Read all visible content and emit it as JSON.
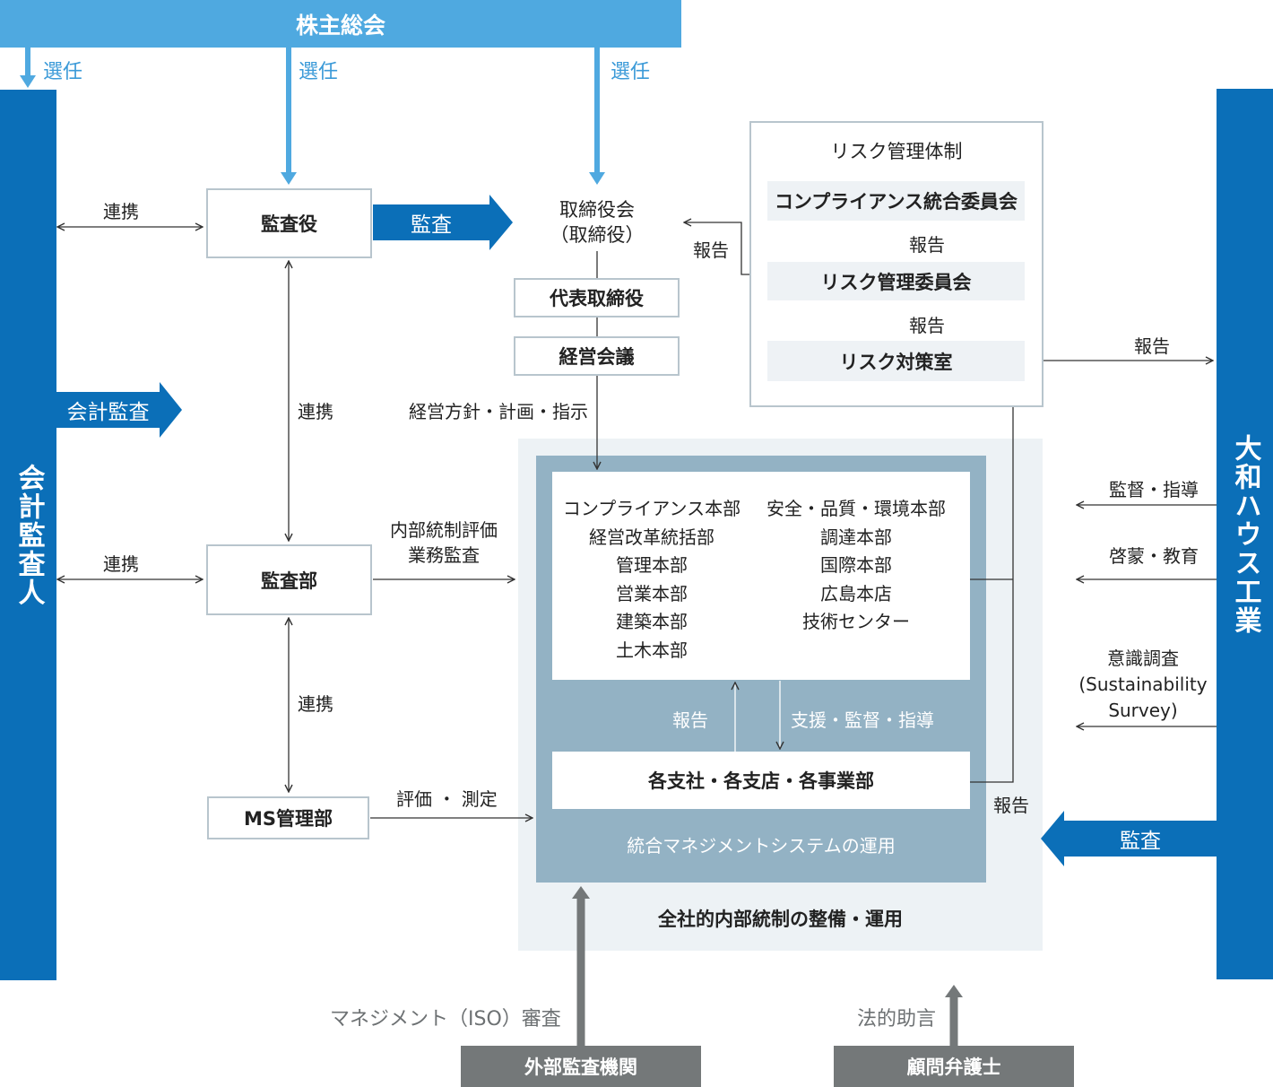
{
  "top_band": "株主総会",
  "elect_labels": [
    "選任",
    "選任",
    "選任"
  ],
  "left_bar": "会計監査人",
  "right_bar": "大和ハウス工業",
  "kansayaku": "監査役",
  "kansa_arrow": "監査",
  "board": {
    "line1": "取締役会",
    "line2": "（取締役）"
  },
  "ceo": "代表取締役",
  "mgmt_meeting": "経営会議",
  "policy_text": "経営方針・計画・指示",
  "audit_dept": "監査部",
  "ms_dept": "MS管理部",
  "renkei": [
    "連携",
    "連携",
    "連携",
    "連携"
  ],
  "accounting_audit": "会計監査",
  "internal_eval": {
    "line1": "内部統制評価",
    "line2": "業務監査"
  },
  "eval_measure": "評価 ・ 測定",
  "risk": {
    "title": "リスク管理体制",
    "committee_top": "コンプライアンス統合委員会",
    "committee_mid": "リスク管理委員会",
    "office": "リスク対策室",
    "report1": "報告",
    "report2": "報告",
    "report_board": "報告",
    "report_right": "報告"
  },
  "depts_left": [
    "コンプライアンス本部",
    "経営改革統括部",
    "管理本部",
    "営業本部",
    "建築本部",
    "土木本部"
  ],
  "depts_right": [
    "安全・品質・環境本部",
    "調達本部",
    "国際本部",
    "広島本店",
    "技術センター"
  ],
  "inner_report": "報告",
  "inner_support": "支援・監督・指導",
  "branches": "各支社・各支店・各事業部",
  "integrated_ms": "統合マネジメントシステムの運用",
  "company_wide": "全社的内部統制の整備・運用",
  "branch_report": "報告",
  "right_labels": {
    "supervise": "監督・指導",
    "enlighten": "啓蒙・教育",
    "survey_l1": "意識調査",
    "survey_l2": "(Sustainability",
    "survey_l3": "Survey)",
    "audit": "監査"
  },
  "bottom": {
    "external_audit": "外部監査機関",
    "external_audit_label": "マネジメント（ISO）審査",
    "lawyer": "顧問弁護士",
    "lawyer_label": "法的助言"
  }
}
